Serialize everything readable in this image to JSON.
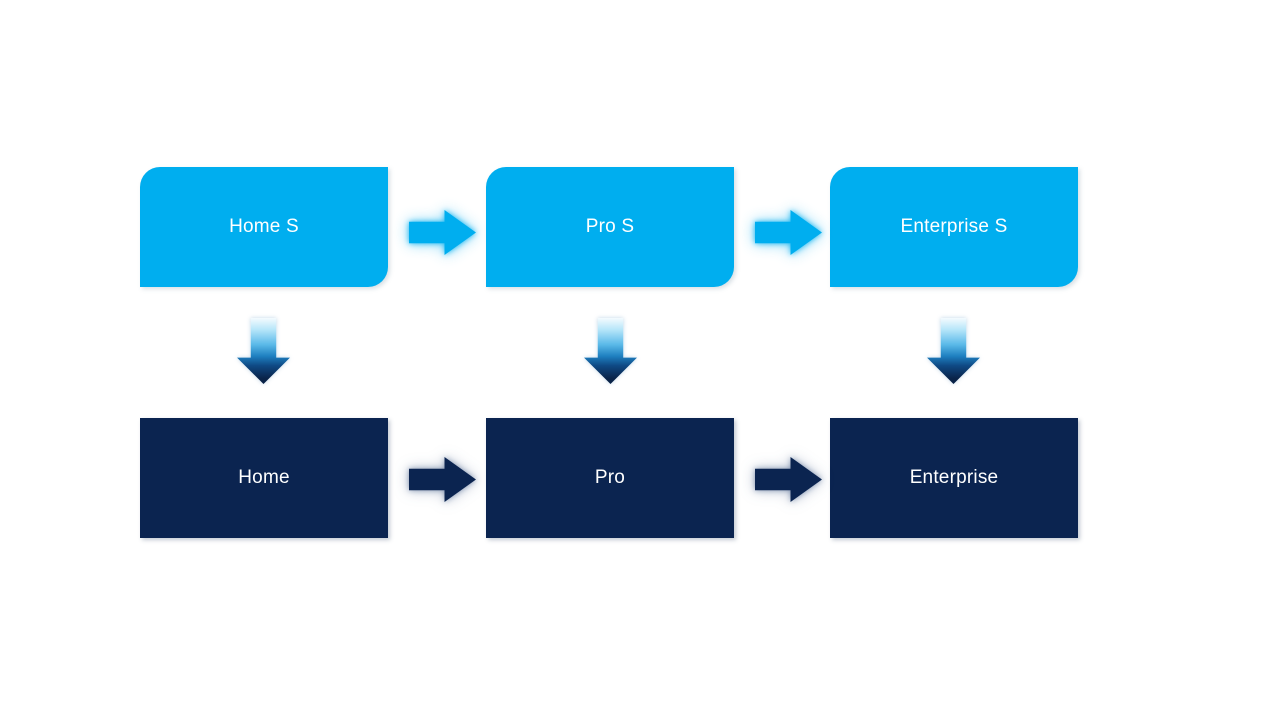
{
  "diagram": {
    "type": "process-flow",
    "columns": [
      {
        "top_label": "Home S",
        "bottom_label": "Home"
      },
      {
        "top_label": "Pro S",
        "bottom_label": "Pro"
      },
      {
        "top_label": "Enterprise S",
        "bottom_label": "Enterprise"
      }
    ],
    "connectors": {
      "horizontal_icon": "right-arrow-icon",
      "vertical_icon": "down-arrow-icon"
    },
    "colors": {
      "background": "#FFFFFF",
      "top_box_fill": "#00AEEF",
      "bottom_box_fill": "#0B2450",
      "label_text": "#FFFFFF",
      "down_arrow_gradient": [
        "#F4FBFE 0%",
        "#B5E5F9 18%",
        "#5BBAE9 40%",
        "#1E7FC0 58%",
        "#0F4A85 72%",
        "#0A2348 92%"
      ]
    }
  }
}
